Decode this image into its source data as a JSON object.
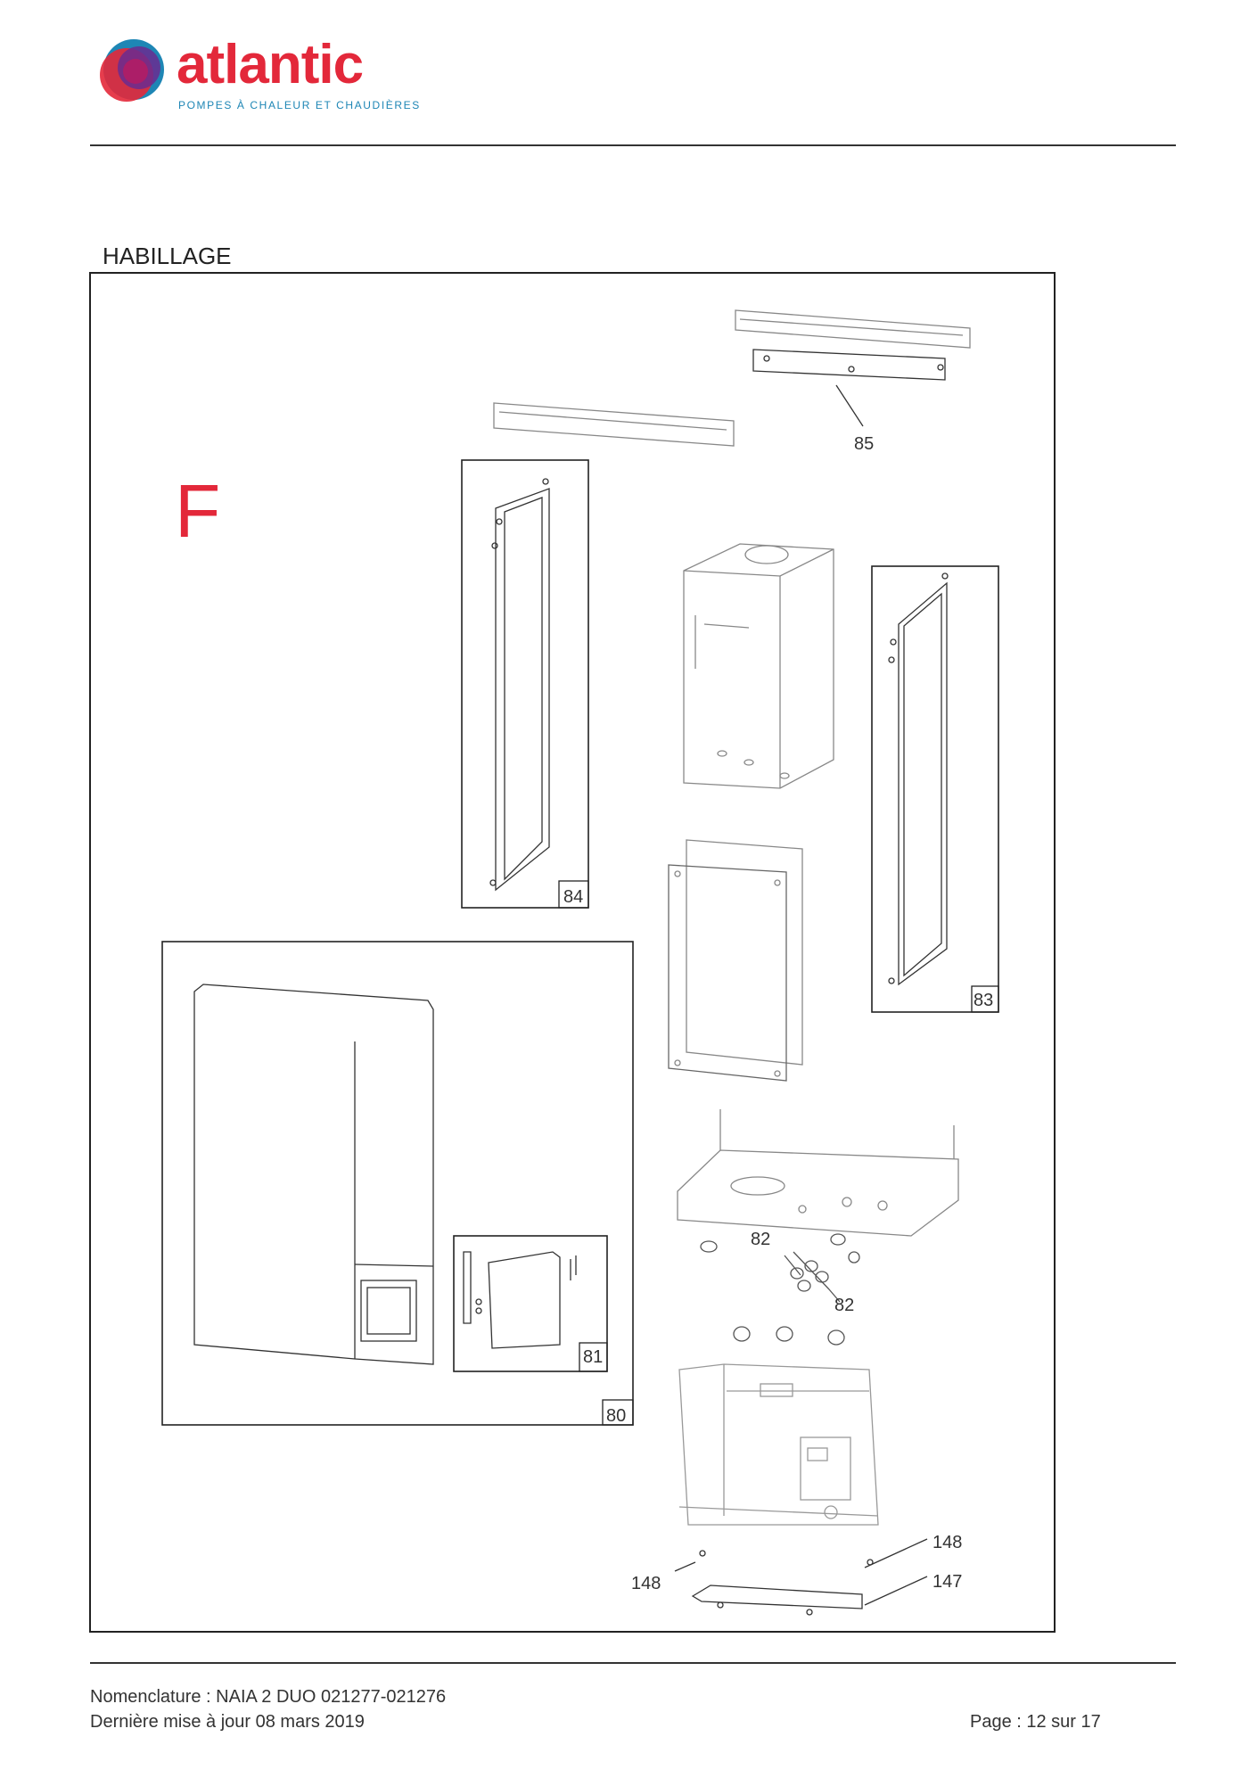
{
  "header": {
    "brand_name": "atlantic",
    "brand_tagline": "POMPES À CHALEUR ET CHAUDIÈRES"
  },
  "section": {
    "title": "HABILLAGE",
    "group_letter": "F"
  },
  "part_labels": {
    "p85": "85",
    "p84": "84",
    "p83": "83",
    "p82a": "82",
    "p82b": "82",
    "p81": "81",
    "p80": "80",
    "p148a": "148",
    "p148b": "148",
    "p147": "147"
  },
  "footer": {
    "nomenclature": "Nomenclature : NAIA 2 DUO 021277-021276",
    "last_update": "Dernière mise à jour 08 mars 2019",
    "page": "Page : 12 sur 17"
  },
  "colors": {
    "brand_red": "#e3283a",
    "brand_purple": "#6a2c91",
    "brand_blue": "#1e86b5",
    "letter_red": "#e3283a"
  }
}
